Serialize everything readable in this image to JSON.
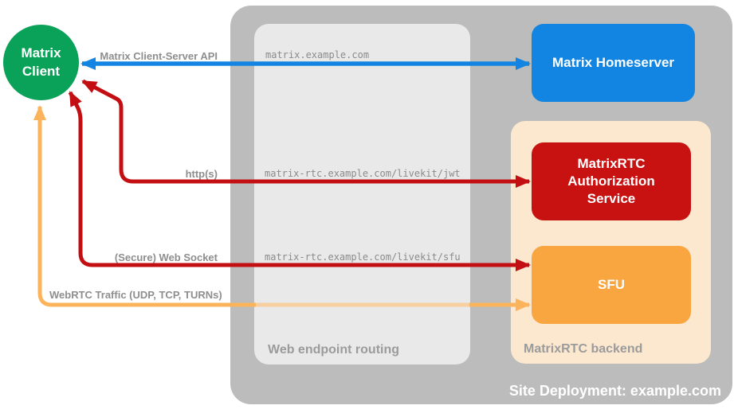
{
  "diagram": {
    "nodes": {
      "matrix_client": {
        "label": "Matrix Client",
        "color": "#0aa159"
      },
      "matrix_homeserver": {
        "label": "Matrix Homeserver",
        "color": "#1285e2"
      },
      "authorization_service": {
        "label": "MatrixRTC Authorization Service",
        "color": "#c81111"
      },
      "sfu": {
        "label": "SFU",
        "color": "#f9a640"
      }
    },
    "containers": {
      "site_deployment": {
        "label": "Site Deployment: example.com",
        "color": "#bcbcbc"
      },
      "web_endpoint_routing": {
        "label": "Web endpoint routing",
        "color": "#e9e9e9"
      },
      "matrixrtc_backend": {
        "label": "MatrixRTC backend",
        "color": "#fce7cf"
      }
    },
    "endpoints": [
      "matrix.example.com",
      "matrix-rtc.example.com/livekit/jwt",
      "matrix-rtc.example.com/livekit/sfu"
    ],
    "connections": [
      {
        "label": "Matrix Client-Server API",
        "from": "matrix_client",
        "to": "matrix_homeserver",
        "color": "#1285e2",
        "style": "bidirectional"
      },
      {
        "label": "http(s)",
        "from": "matrix_client",
        "to": "authorization_service",
        "color": "#c40f12",
        "style": "bidirectional"
      },
      {
        "label": "(Secure) Web Socket",
        "from": "matrix_client",
        "to": "sfu",
        "color": "#c40f12",
        "style": "bidirectional"
      },
      {
        "label": "WebRTC Traffic (UDP, TCP, TURNs)",
        "from": "matrix_client",
        "to": "sfu",
        "color": "#fbb45c",
        "style": "bidirectional"
      }
    ]
  }
}
